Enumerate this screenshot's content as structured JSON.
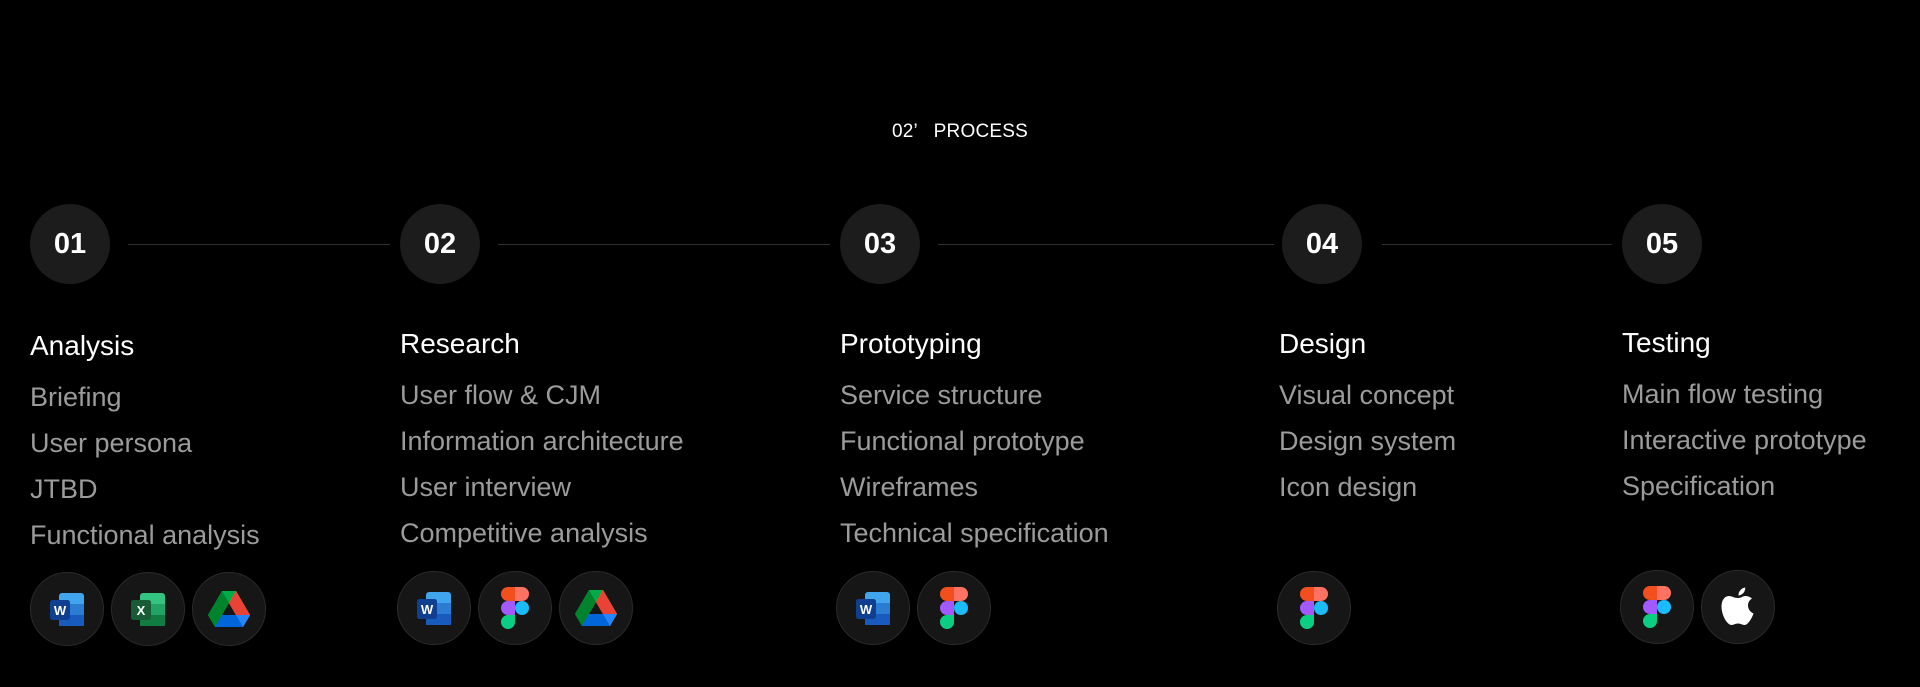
{
  "section": {
    "title": "02’   PROCESS"
  },
  "steps": [
    {
      "number": "01",
      "title": "Analysis",
      "items": [
        "Briefing",
        "User persona",
        "JTBD",
        "Functional analysis"
      ],
      "tools": [
        "word-icon",
        "excel-icon",
        "google-drive-icon"
      ]
    },
    {
      "number": "02",
      "title": "Research",
      "items": [
        "User flow & CJM",
        "Information architecture",
        "User interview",
        "Competitive analysis"
      ],
      "tools": [
        "word-icon",
        "figma-icon",
        "google-drive-icon"
      ]
    },
    {
      "number": "03",
      "title": "Prototyping",
      "items": [
        "Service structure",
        "Functional prototype",
        "Wireframes",
        "Technical specification"
      ],
      "tools": [
        "word-icon",
        "figma-icon"
      ]
    },
    {
      "number": "04",
      "title": "Design",
      "items": [
        "Visual concept",
        "Design system",
        "Icon design"
      ],
      "tools": [
        "figma-icon"
      ]
    },
    {
      "number": "05",
      "title": "Testing",
      "items": [
        "Main flow testing",
        "Interactive prototype",
        "Specification"
      ],
      "tools": [
        "figma-icon",
        "apple-icon"
      ]
    }
  ],
  "colors": {
    "background": "#000000",
    "badge": "#1c1c1c",
    "title_text": "#ffffff",
    "item_text": "#9b9b9b",
    "connector": "#2e2e2e"
  }
}
